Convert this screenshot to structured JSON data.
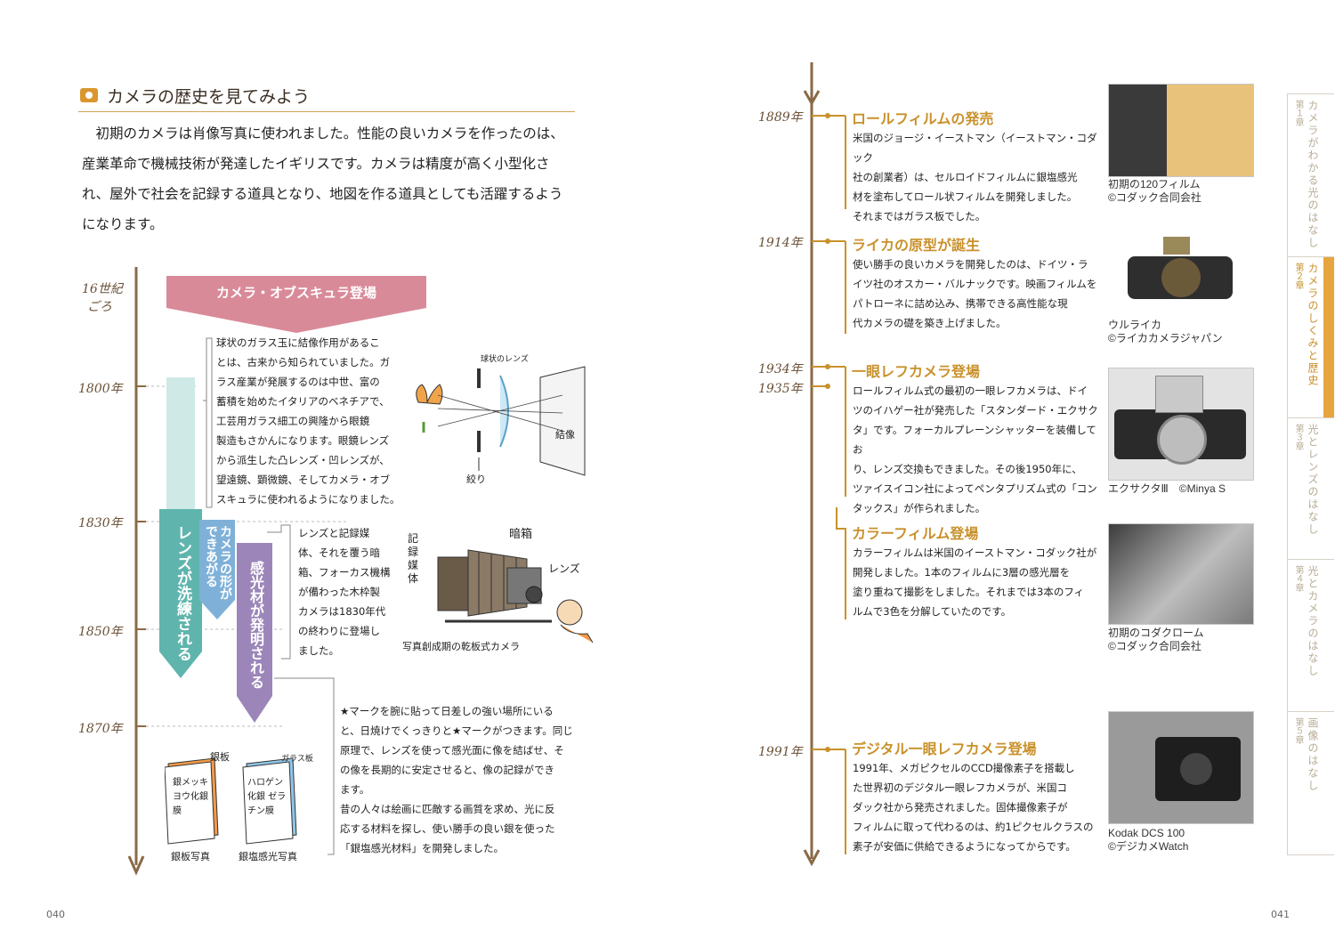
{
  "left": {
    "heading": "カメラの歴史を見てみよう",
    "intro": [
      "初期のカメラは肖像写真に使われました。性能の良いカメラを作ったのは、",
      "産業革命で機械技術が発達したイギリスです。カメラは精度が高く小型化さ",
      "れ、屋外で社会を記録する道具となり、地図を作る道具としても活躍するよう",
      "になります。"
    ],
    "years": {
      "c16a": "16世紀",
      "c16b": "ごろ",
      "y1800": "1800年",
      "y1830": "1830年",
      "y1850": "1850年",
      "y1870": "1870年"
    },
    "banner": "カメラ・オブスキュラ登場",
    "bars": {
      "lens": "レンズが洗練される",
      "shape1": "カメラの形が",
      "shape2": "できあがる",
      "photo": "感光材が発明される"
    },
    "note1": [
      "球状のガラス玉に結像作用があるこ",
      "とは、古来から知られていました。ガ",
      "ラス産業が発展するのは中世、富の",
      "蓄積を始めたイタリアのベネチアで、",
      "工芸用ガラス細工の興隆から眼鏡",
      "製造もさかんになります。眼鏡レンズ",
      "から派生した凸レンズ・凹レンズが、",
      "望遠鏡、顕微鏡、そしてカメラ・オブ",
      "スキュラに使われるようになりました。"
    ],
    "note2": [
      "レンズと記録媒",
      "体、それを覆う暗",
      "箱、フォーカス機構",
      "が備わった木枠製",
      "カメラは1830年代",
      "の終わりに登場し",
      "ました。"
    ],
    "note3": [
      "★マークを腕に貼って日差しの強い場所にいる",
      "と、日焼けでくっきりと★マークがつきます。同じ",
      "原理で、レンズを使って感光面に像を結ばせ、そ",
      "の像を長期的に安定させると、像の記録ができ",
      "ます。",
      "昔の人々は絵画に匹敵する画質を求め、光に反",
      "応する材料を探し、使い勝手の良い銀を使った",
      "「銀塩感光材料」を開発しました。"
    ],
    "ill1": {
      "lens": "球状のレンズ",
      "image": "結像",
      "stop": "絞り"
    },
    "ill2": {
      "dark": "暗箱",
      "media": "記録媒体",
      "lens": "レンズ",
      "caption": "写真創成期の乾板式カメラ"
    },
    "plates": {
      "silver": "銀板",
      "glass": "ガラス板",
      "plate1": "銀メッキ ヨウ化銀膜",
      "plate2": "ハロゲン化銀 ゼラチン膜",
      "cap1": "銀板写真",
      "cap2": "銀塩感光写真"
    },
    "page": "040"
  },
  "right": {
    "events": [
      {
        "year": "1889年",
        "title": "ロールフィルムの発売",
        "lines": [
          "米国のジョージ・イーストマン（イーストマン・コダック",
          "社の創業者）は、セルロイドフィルムに銀塩感光",
          "材を塗布してロール状フィルムを開発しました。",
          "それまではガラス板でした。"
        ],
        "cap": [
          "初期の120フィルム",
          "©コダック合同会社"
        ]
      },
      {
        "year": "1914年",
        "title": "ライカの原型が誕生",
        "lines": [
          "使い勝手の良いカメラを開発したのは、ドイツ・ラ",
          "イツ社のオスカー・バルナックです。映画フィルムを",
          "パトローネに詰め込み、携帯できる高性能な現",
          "代カメラの礎を築き上げました。"
        ],
        "cap": [
          "ウルライカ",
          "©ライカカメラジャパン"
        ]
      },
      {
        "year": "1934年",
        "year2": "1935年",
        "title": "一眼レフカメラ登場",
        "lines": [
          "ロールフィルム式の最初の一眼レフカメラは、ドイ",
          "ツのイハゲー社が発売した「スタンダード・エクサク",
          "タ」です。フォーカルプレーンシャッターを装備してお",
          "り、レンズ交換もできました。その後1950年に、",
          "ツァイスイコン社によってペンタプリズム式の「コン",
          "タックス」が作られました。"
        ],
        "cap": [
          "エクサクタⅢ　©Minya S"
        ]
      },
      {
        "year": "",
        "title": "カラーフィルム登場",
        "lines": [
          "カラーフィルムは米国のイーストマン・コダック社が",
          "開発しました。1本のフィルムに3層の感光層を",
          "塗り重ねて撮影をしました。それまでは3本のフィ",
          "ルムで3色を分解していたのです。"
        ],
        "cap": [
          "初期のコダクローム",
          "©コダック合同会社"
        ]
      },
      {
        "year": "1991年",
        "title": "デジタル一眼レフカメラ登場",
        "lines": [
          "1991年、メガピクセルのCCD撮像素子を搭載し",
          "た世界初のデジタル一眼レフカメラが、米国コ",
          "ダック社から発売されました。固体撮像素子が",
          "フィルムに取って代わるのは、約1ピクセルクラスの",
          "素子が安価に供給できるようになってからです。"
        ],
        "cap": [
          "Kodak DCS 100",
          "©デジカメWatch"
        ]
      }
    ],
    "tabs": [
      {
        "label": "第１章",
        "title": "カメラがわかる光のはなし"
      },
      {
        "label": "第２章",
        "title": "カメラのしくみと歴史"
      },
      {
        "label": "第３章",
        "title": "光とレンズのはなし"
      },
      {
        "label": "第４章",
        "title": "光とカメラのはなし"
      },
      {
        "label": "第５章",
        "title": "画像のはなし"
      }
    ],
    "page": "041"
  },
  "colors": {
    "accent": "#c9912b",
    "pink": "#d98a99",
    "teal": "#5fb5ad",
    "blue": "#7fb1d8",
    "purple": "#9c86b9",
    "trunk": "#8a6a46"
  }
}
